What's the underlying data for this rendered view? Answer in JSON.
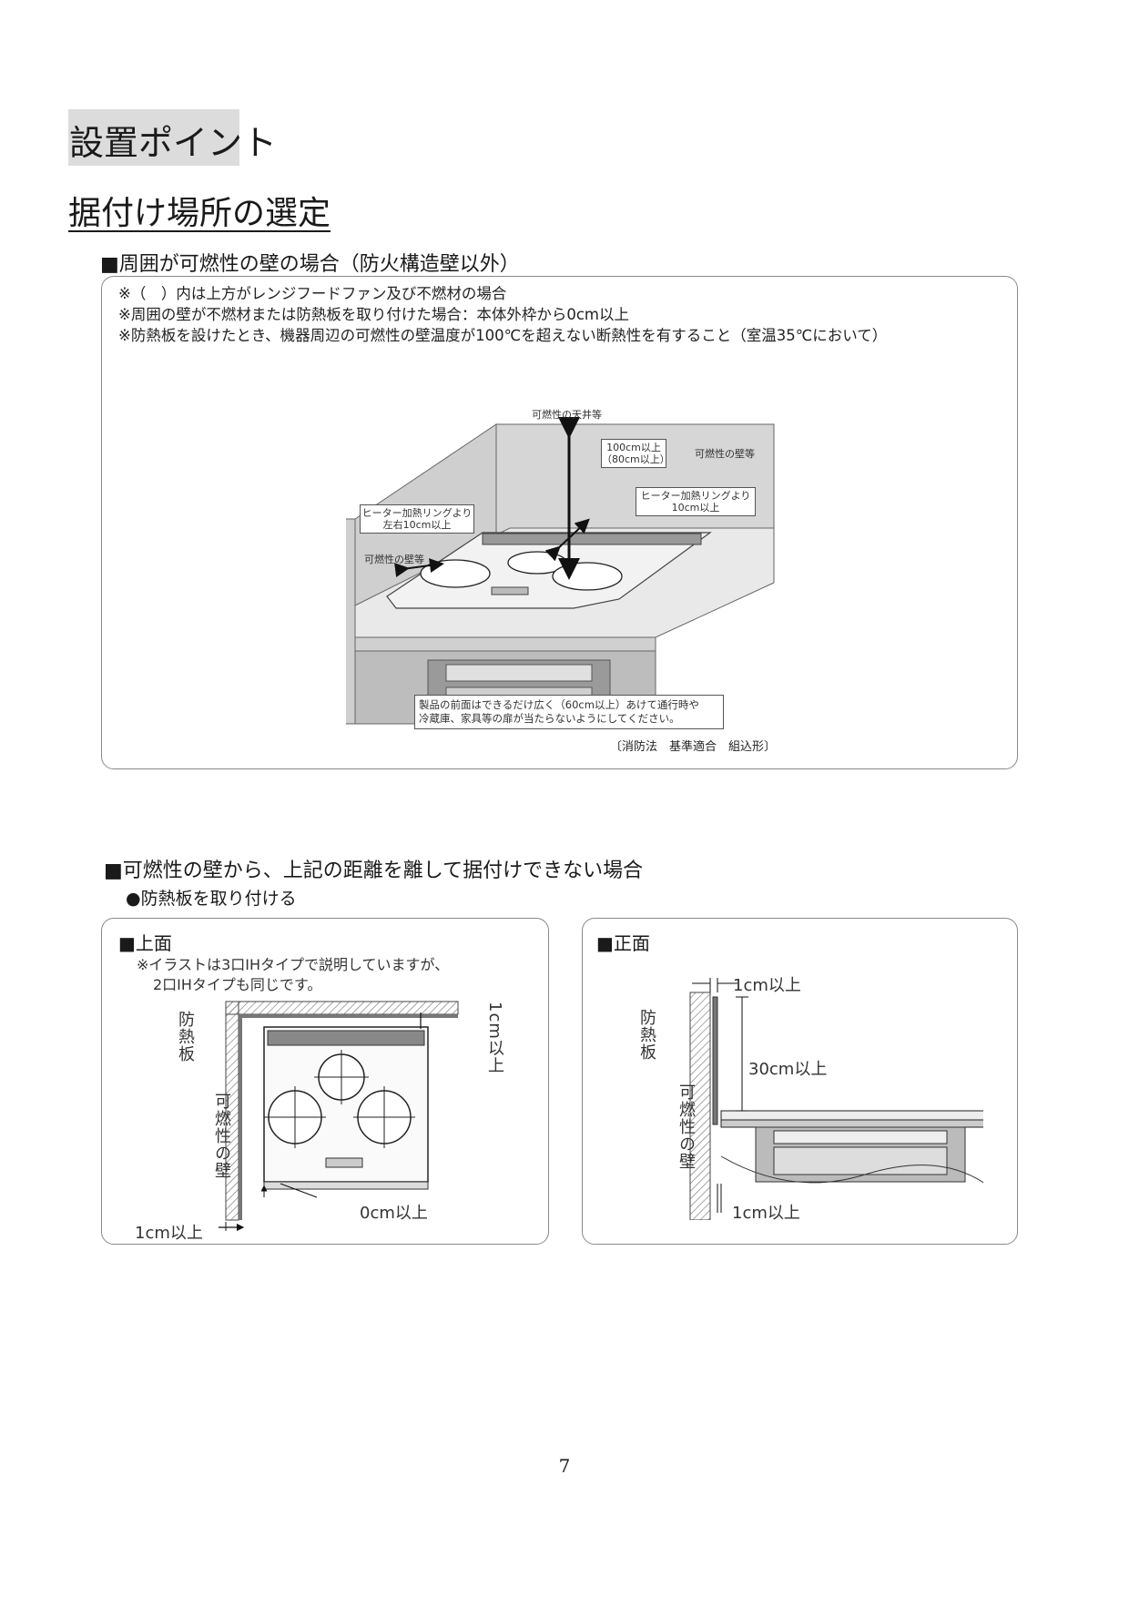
{
  "heading": {
    "title": "設置ポイント",
    "subtitle": "据付け場所の選定"
  },
  "section1": {
    "title": "■周囲が可燃性の壁の場合（防火構造壁以外）",
    "notes": [
      "※（　）内は上方がレンジフードファン及び不燃材の場合",
      "※周囲の壁が不燃材または防熱板を取り付けた場合：本体外枠から0cm以上",
      "※防熱板を設けたとき、機器周辺の可燃性の壁温度が100℃を超えない断熱性を有すること（室温35℃において）"
    ],
    "diagram": {
      "ceiling": "可燃性の天井等",
      "height_main": "100cm以上",
      "height_alt": "（80cm以上）",
      "wall_back": "可燃性の壁等",
      "back_ring_line1": "ヒーター加熱リングより",
      "back_ring_line2": "10cm以上",
      "side_ring_line1": "ヒーター加熱リングより",
      "side_ring_line2": "左右10cm以上",
      "wall_side": "可燃性の壁等",
      "front_line1": "製品の前面はできるだけ広く（60cm以上）あけて通行時や",
      "front_line2": "冷蔵庫、家具等の扉が当たらないようにしてください。",
      "compliance": "〔消防法　基準適合　組込形〕"
    }
  },
  "section2": {
    "title": "■可燃性の壁から、上記の距離を離して据付けできない場合",
    "bullet": "●防熱板を取り付ける",
    "top_view": {
      "title": "■上面",
      "note_line1": "※イラストは3口IHタイプで説明していますが、",
      "note_line2": "2口IHタイプも同じです。",
      "heat_shield": "防熱板",
      "wall": "可燃性の壁",
      "dim_top": "1cm以上",
      "dim_front": "0cm以上",
      "dim_side": "1cm以上"
    },
    "front_view": {
      "title": "■正面",
      "dim_gap": "1cm以上",
      "heat_shield": "防熱板",
      "dim_height": "30cm以上",
      "wall": "可燃性の壁",
      "dim_bottom": "1cm以上"
    }
  },
  "page_number": "7"
}
